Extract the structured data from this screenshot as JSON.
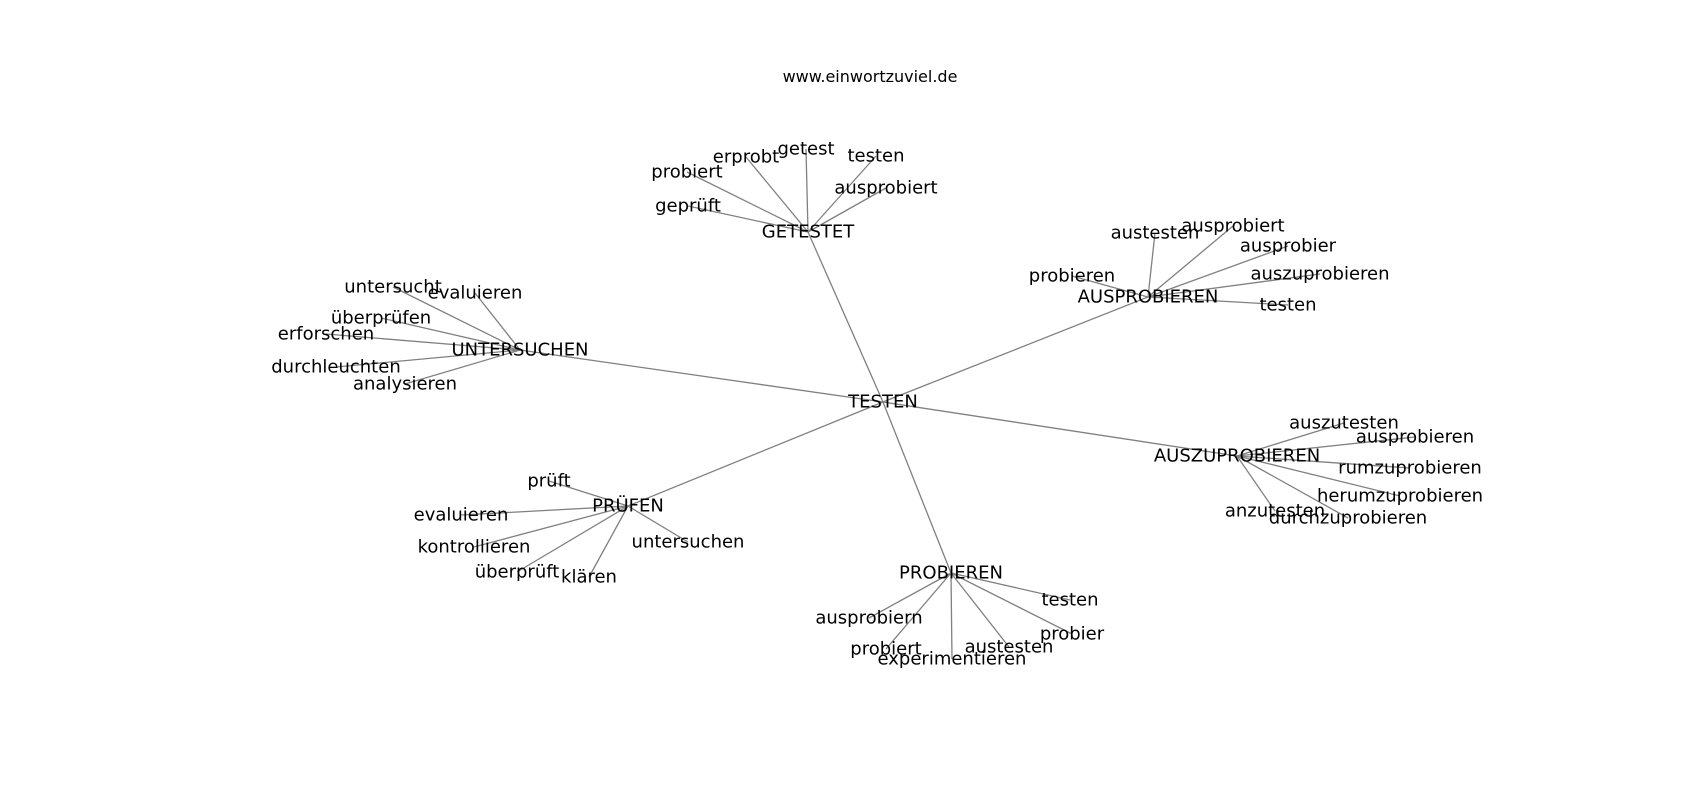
{
  "header": {
    "site": "www.einwortzuviel.de"
  },
  "graph": {
    "center": {
      "id": "testen",
      "label": "TESTEN"
    },
    "clusters": [
      {
        "id": "getestet",
        "label": "GETESTET",
        "leaves": [
          {
            "id": "probiert",
            "label": "probiert"
          },
          {
            "id": "erprobt",
            "label": "erprobt"
          },
          {
            "id": "getest",
            "label": "getest"
          },
          {
            "id": "testen",
            "label": "testen"
          },
          {
            "id": "ausprobiert",
            "label": "ausprobiert"
          },
          {
            "id": "geprueft",
            "label": "geprüft"
          }
        ]
      },
      {
        "id": "ausprobieren",
        "label": "AUSPROBIEREN",
        "leaves": [
          {
            "id": "austesten",
            "label": "austesten"
          },
          {
            "id": "ausprobiert",
            "label": "ausprobiert"
          },
          {
            "id": "ausprobier",
            "label": "ausprobier"
          },
          {
            "id": "auszuprobieren",
            "label": "auszuprobieren"
          },
          {
            "id": "probieren",
            "label": "probieren"
          },
          {
            "id": "testen",
            "label": "testen"
          }
        ]
      },
      {
        "id": "untersuchen",
        "label": "UNTERSUCHEN",
        "leaves": [
          {
            "id": "untersucht",
            "label": "untersucht"
          },
          {
            "id": "evaluieren",
            "label": "evaluieren"
          },
          {
            "id": "ueberpruefen",
            "label": "überprüfen"
          },
          {
            "id": "erforschen",
            "label": "erforschen"
          },
          {
            "id": "durchleuchten",
            "label": "durchleuchten"
          },
          {
            "id": "analysieren",
            "label": "analysieren"
          }
        ]
      },
      {
        "id": "auszuprobieren",
        "label": "AUSZUPROBIEREN",
        "leaves": [
          {
            "id": "auszutesten",
            "label": "auszutesten"
          },
          {
            "id": "ausprobieren",
            "label": "ausprobieren"
          },
          {
            "id": "rumzuprobieren",
            "label": "rumzuprobieren"
          },
          {
            "id": "herumzuprobieren",
            "label": "herumzuprobieren"
          },
          {
            "id": "anzutesten",
            "label": "anzutesten"
          },
          {
            "id": "durchzuprobieren",
            "label": "durchzuprobieren"
          }
        ]
      },
      {
        "id": "pruefen",
        "label": "PRÜFEN",
        "leaves": [
          {
            "id": "prueft",
            "label": "prüft"
          },
          {
            "id": "evaluieren",
            "label": "evaluieren"
          },
          {
            "id": "kontrollieren",
            "label": "kontrollieren"
          },
          {
            "id": "ueberprueft",
            "label": "überprüft"
          },
          {
            "id": "klaeren",
            "label": "klären"
          },
          {
            "id": "untersuchen",
            "label": "untersuchen"
          }
        ]
      },
      {
        "id": "probieren",
        "label": "PROBIEREN",
        "leaves": [
          {
            "id": "testen",
            "label": "testen"
          },
          {
            "id": "ausprobiern",
            "label": "ausprobiern"
          },
          {
            "id": "probier",
            "label": "probier"
          },
          {
            "id": "probiert",
            "label": "probiert"
          },
          {
            "id": "austesten",
            "label": "austesten"
          },
          {
            "id": "experimentieren",
            "label": "experimentieren"
          }
        ]
      }
    ]
  }
}
